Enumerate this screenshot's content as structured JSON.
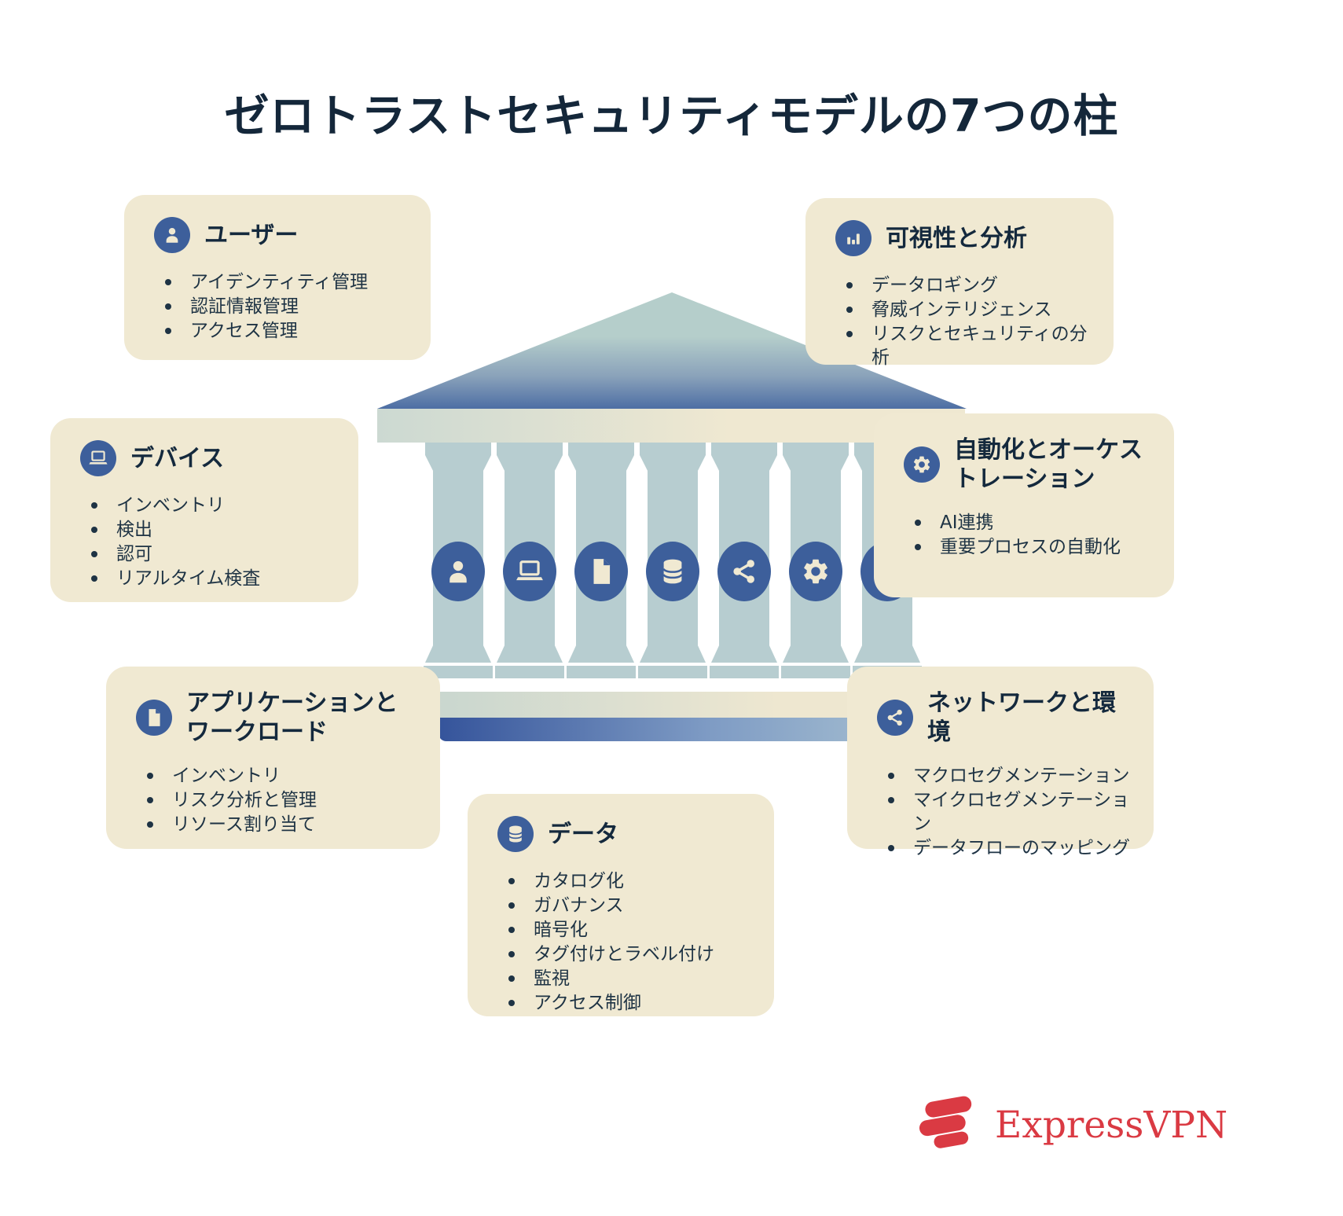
{
  "title": "ゼロトラストセキュリティモデルの7つの柱",
  "cards": {
    "users": {
      "title": "ユーザー",
      "icon": "user-icon",
      "bullets": [
        "アイデンティティ管理",
        "認証情報管理",
        "アクセス管理"
      ]
    },
    "visibility": {
      "title": "可視性と分析",
      "icon": "bar-chart-icon",
      "bullets": [
        "データロギング",
        "脅威インテリジェンス",
        "リスクとセキュリティの分析"
      ]
    },
    "devices": {
      "title": "デバイス",
      "icon": "laptop-icon",
      "bullets": [
        "インベントリ",
        "検出",
        "認可",
        "リアルタイム検査"
      ]
    },
    "automation": {
      "title": "自動化とオーケストレーション",
      "icon": "gear-icon",
      "bullets": [
        "AI連携",
        "重要プロセスの自動化"
      ]
    },
    "applications": {
      "title": "アプリケーションとワークロード",
      "icon": "document-icon",
      "bullets": [
        "インベントリ",
        "リスク分析と管理",
        "リソース割り当て"
      ]
    },
    "network": {
      "title": "ネットワークと環境",
      "icon": "share-icon",
      "bullets": [
        "マクロセグメンテーション",
        "マイクロセグメンテーション",
        "データフローのマッピング"
      ]
    },
    "data": {
      "title": "データ",
      "icon": "database-icon",
      "bullets": [
        "カタログ化",
        "ガバナンス",
        "暗号化",
        "タグ付けとラベル付け",
        "監視",
        "アクセス制御"
      ]
    }
  },
  "pillar_icons": [
    "user-icon",
    "laptop-icon",
    "document-icon",
    "database-icon",
    "share-icon",
    "gear-icon",
    "bar-chart-icon"
  ],
  "brand": {
    "name": "ExpressVPN"
  },
  "colors": {
    "card_bg": "#f0e9d2",
    "icon_circle_blue": "#3d5f9b",
    "pillar_blue": "#b7cdd0",
    "title_text": "#14273a",
    "body_text": "#1e3344",
    "brand_red": "#da3a43",
    "roof_gradient_top": "#b5cecb",
    "roof_gradient_bottom": "#4d6ea4",
    "base_band_left": "#35549b",
    "base_band_right": "#a9c2d2"
  }
}
